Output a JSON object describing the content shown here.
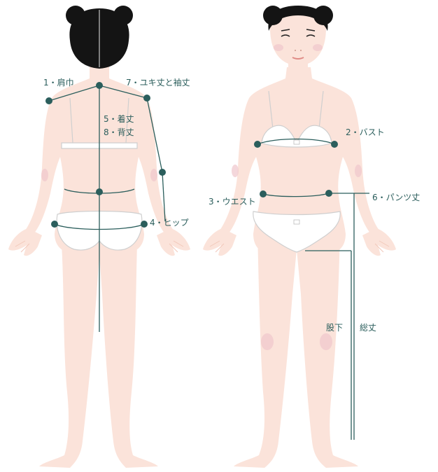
{
  "labels": {
    "shoulder": "1・肩巾",
    "sleeve": "7・ユキ丈と袖丈",
    "length": "5・着丈",
    "back_length": "8・背丈",
    "bust": "2・バスト",
    "hip": "4・ヒップ",
    "waist": "3・ウエスト",
    "pants_length": "6・パンツ丈",
    "inseam": "股下",
    "total_length": "総丈"
  },
  "colors": {
    "measure": "#2b5e5c",
    "skin": "#fbe3da",
    "hair": "#141414",
    "garment": "#ffffff"
  }
}
